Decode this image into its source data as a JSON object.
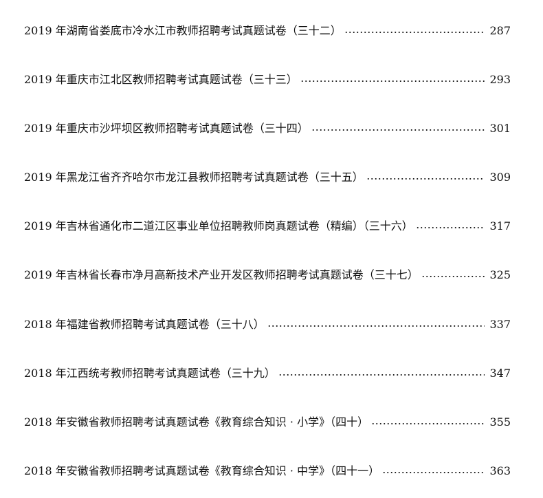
{
  "toc": {
    "entries": [
      {
        "title": "2019 年湖南省娄底市冷水江市教师招聘考试真题试卷（三十二）",
        "page": "287"
      },
      {
        "title": "2019 年重庆市江北区教师招聘考试真题试卷（三十三）",
        "page": "293"
      },
      {
        "title": "2019 年重庆市沙坪坝区教师招聘考试真题试卷（三十四）",
        "page": "301"
      },
      {
        "title": "2019 年黑龙江省齐齐哈尔市龙江县教师招聘考试真题试卷（三十五）",
        "page": "309"
      },
      {
        "title": "2019 年吉林省通化市二道江区事业单位招聘教师岗真题试卷（精编）（三十六）",
        "page": "317"
      },
      {
        "title": "2019 年吉林省长春市净月高新技术产业开发区教师招聘考试真题试卷（三十七）",
        "page": "325"
      },
      {
        "title": "2018 年福建省教师招聘考试真题试卷（三十八）",
        "page": "337"
      },
      {
        "title": "2018 年江西统考教师招聘考试真题试卷（三十九）",
        "page": "347"
      },
      {
        "title": "2018 年安徽省教师招聘考试真题试卷《教育综合知识 · 小学》（四十）",
        "page": "355"
      },
      {
        "title": "2018 年安徽省教师招聘考试真题试卷《教育综合知识 · 中学》（四十一）",
        "page": "363"
      }
    ]
  }
}
